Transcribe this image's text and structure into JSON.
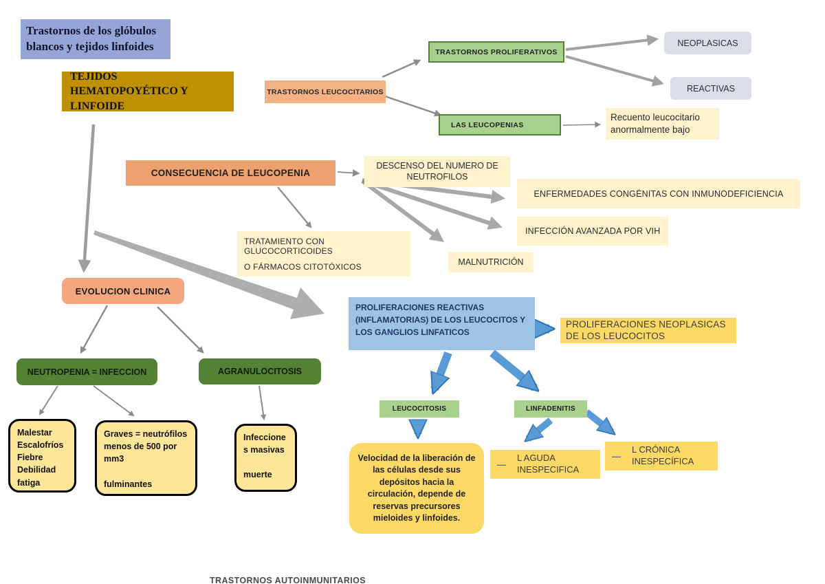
{
  "title_box": "Trastornos de los glóbulos blancos y tejidos linfoides",
  "footer_partial": "TRASTORNOS  AUTOINMUNITARIOS",
  "colors": {
    "periwinkle": "#95A5D8",
    "dark_gold": "#BF9000",
    "orange": "#F4B183",
    "orange_deep": "#EDA16F",
    "green_fill": "#A9D18E",
    "green_border": "#538135",
    "dark_green": "#548235",
    "slate": "#D9DEE8",
    "light_yellow": "#FFF2CC",
    "gold_light": "#FFE699",
    "gold_mid": "#FFD966",
    "blue_box": "#9DC3E6",
    "arrow_blue": "#5B9BD5",
    "arrow_blue_edge": "#2E75B6",
    "arrow_gray": "#8C8C8C"
  },
  "nodes": {
    "tejidos": "TEJIDOS HEMATOPOYÉTICO Y LINFOIDE",
    "trastornos_leucocitarios": "TRASTORNOS LEUCOCITARIOS",
    "trastornos_proliferativos": "TRASTORNOS  PROLIFERATIVOS",
    "neoplasicas": "NEOPLASICAS",
    "reactivas": "REACTIVAS",
    "las_leucopenias": "LAS  LEUCOPENIAS",
    "recuento": "Recuento  leucocitario\nanormalmente bajo",
    "consecuencia": "CONSECUENCIA  DE LEUCOPENIA",
    "descenso": "DESCENSO  DEL NUMERO  DE\nNEUTROFILOS",
    "enfermedades": "ENFERMEDADES  CONGÉNITAS CON  INMUNODEFICIENCIA",
    "infeccion_vih": "INFECCIÓN  AVANZADA  POR VIH",
    "tratamiento_l1": "TRATAMIENTO CON  GLUCOCORTICOIDES",
    "tratamiento_l2": "O FÁRMACOS  CITOTÓXICOS",
    "malnutricion": "MALNUTRICIÓN",
    "evolucion": "EVOLUCION CLINICA",
    "neutropenia": "NEUTROPENIA = INFECCION",
    "agranulocitosis": "AGRANULOCITOSIS",
    "malestar": "Malestar\nEscalofríos\nFiebre\nDebilidad\nfatiga",
    "graves": "Graves = neutrófilos\nmenos  de  500  por\nmm3\n\nfulminantes",
    "infecciones": "Infeccione\ns masivas\n\nmuerte",
    "prolif_reactivas": "PROLIFERACIONES REACTIVAS\n(INFLAMATORIAS) DE LOS  LEUCOCITOS Y\nLOS  GANGLIOS LINFATICOS",
    "prolif_neoplasicas": "PROLIFERACIONES  NEOPLASICAS\nDE  LOS LEUCOCITOS",
    "leucocitosis": "LEUCOCITOSIS",
    "linfadenitis": "LINFADENITIS",
    "velocidad": "Velocidad de la liberación de las células desde sus depósitos hacia la circulación, depende de reservas precursores mieloides y linfoides.",
    "l_aguda_dash": "—",
    "l_aguda": "L AGUDA\nINESPECIFICA",
    "l_cronica_dash": "—",
    "l_cronica": "L CRÓNICA\nINESPECÍFICA"
  }
}
